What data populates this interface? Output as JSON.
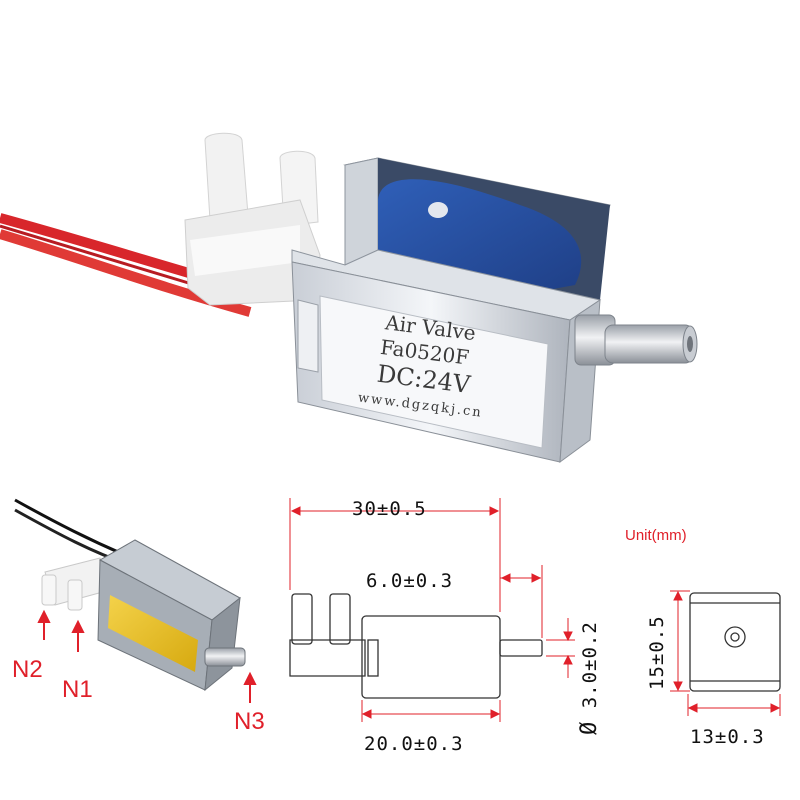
{
  "product_label": {
    "line1": "Air Valve",
    "line2": "Fa0520F",
    "line3": "DC:24V",
    "line4": "www.dgzqkj.cn"
  },
  "ports": {
    "n1": "N1",
    "n2": "N2",
    "n3": "N3"
  },
  "unit_label": "Unit(mm)",
  "dimensions": {
    "total_length": "30±0.5",
    "nozzle_length": "6.0±0.3",
    "nozzle_diameter": "3.0±0.2",
    "diameter_symbol": "Ø",
    "body_length": "20.0±0.3",
    "height": "15±0.5",
    "width": "13±0.3"
  },
  "colors": {
    "accent": "#e0202a",
    "dimension_line": "#e0202a",
    "outline": "#333333"
  }
}
